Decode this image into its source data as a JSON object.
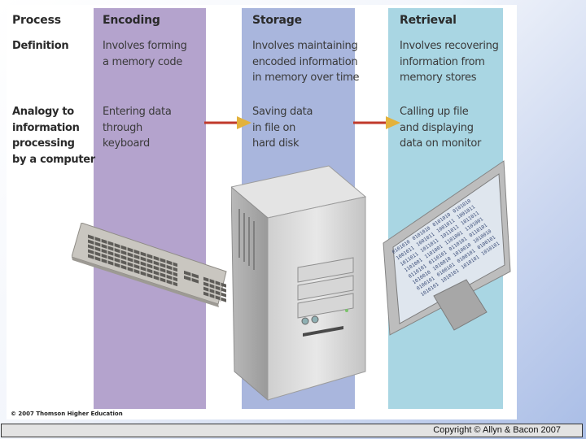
{
  "process_label": "Process",
  "definition_label": "Definition",
  "analogy_label": "Analogy to\ninformation\nprocessing\nby a computer",
  "stages": [
    {
      "name": "Encoding",
      "definition": "Involves forming\na memory code",
      "analogy": "Entering data\nthrough\nkeyboard"
    },
    {
      "name": "Storage",
      "definition": "Involves maintaining\nencoded information\nin memory over time",
      "analogy": "Saving data\nin file on\nhard disk"
    },
    {
      "name": "Retrieval",
      "definition": "Involves recovering\ninformation from\nmemory stores",
      "analogy": "Calling up file\nand displaying\ndata on monitor"
    }
  ],
  "credit": "© 2007 Thomson Higher Education",
  "footer": "Copyright © Allyn & Bacon 2007",
  "screen_binary": [
    "0101010",
    "1001011",
    "1011011",
    "1101001",
    "0110101",
    "1010010",
    "0100101",
    "1010101"
  ],
  "colors": {
    "encoding": "#b4a3cd",
    "storage": "#a9b6dd",
    "retrieval": "#a9d6e3",
    "arrow": "#c0392b"
  }
}
